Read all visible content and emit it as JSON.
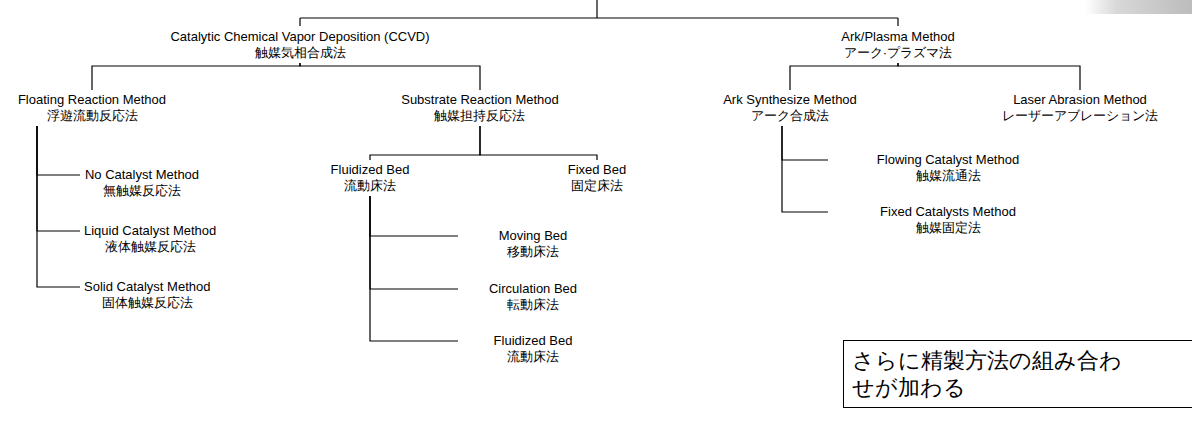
{
  "diagram": {
    "nodes": [
      {
        "text": [
          "Catalytic Chemical Vapor Deposition (CCVD)",
          "触媒気相合成法"
        ]
      },
      {
        "text": [
          "Ark/Plasma Method",
          "アーク·プラズマ法"
        ]
      },
      {
        "text": [
          "Floating Reaction Method",
          "浮遊流動反応法"
        ]
      },
      {
        "text": [
          "Substrate Reaction Method",
          "触媒担持反応法"
        ]
      },
      {
        "text": [
          "No Catalyst Method",
          "無触媒反応法"
        ]
      },
      {
        "text": [
          "Liquid Catalyst Method",
          "液体触媒反応法"
        ]
      },
      {
        "text": [
          "Solid Catalyst Method",
          "固体触媒反応法"
        ]
      },
      {
        "text": [
          "Fluidized Bed",
          "流動床法"
        ]
      },
      {
        "text": [
          "Fixed Bed",
          "固定床法"
        ]
      },
      {
        "text": [
          "Moving Bed",
          "移動床法"
        ]
      },
      {
        "text": [
          "Circulation Bed",
          "転動床法"
        ]
      },
      {
        "text": [
          "Fluidized Bed",
          "流動床法"
        ]
      },
      {
        "text": [
          "Ark Synthesize Method",
          "アーク合成法"
        ]
      },
      {
        "text": [
          "Laser Abrasion Method",
          "レーザーアブレーション法"
        ]
      },
      {
        "text": [
          "Flowing Catalyst Method",
          "触媒流通法"
        ]
      },
      {
        "text": [
          "Fixed Catalysts Method",
          "触媒固定法"
        ]
      },
      {
        "text": [
          "さらに精製方法の組み合わせが加わる"
        ]
      }
    ],
    "edges": [
      {
        "from": 0,
        "to": 2,
        "arrow": "none"
      },
      {
        "from": 0,
        "to": 3,
        "arrow": "none"
      },
      {
        "from": 2,
        "to": 4,
        "arrow": "none"
      },
      {
        "from": 2,
        "to": 5,
        "arrow": "none"
      },
      {
        "from": 2,
        "to": 6,
        "arrow": "none"
      },
      {
        "from": 3,
        "to": 7,
        "arrow": "none"
      },
      {
        "from": 3,
        "to": 8,
        "arrow": "none"
      },
      {
        "from": 7,
        "to": 9,
        "arrow": "none"
      },
      {
        "from": 7,
        "to": 10,
        "arrow": "none"
      },
      {
        "from": 7,
        "to": 11,
        "arrow": "none"
      },
      {
        "from": 1,
        "to": 12,
        "arrow": "none"
      },
      {
        "from": 1,
        "to": 13,
        "arrow": "none"
      },
      {
        "from": 12,
        "to": 14,
        "arrow": "none"
      },
      {
        "from": 12,
        "to": 15,
        "arrow": "none"
      }
    ]
  }
}
